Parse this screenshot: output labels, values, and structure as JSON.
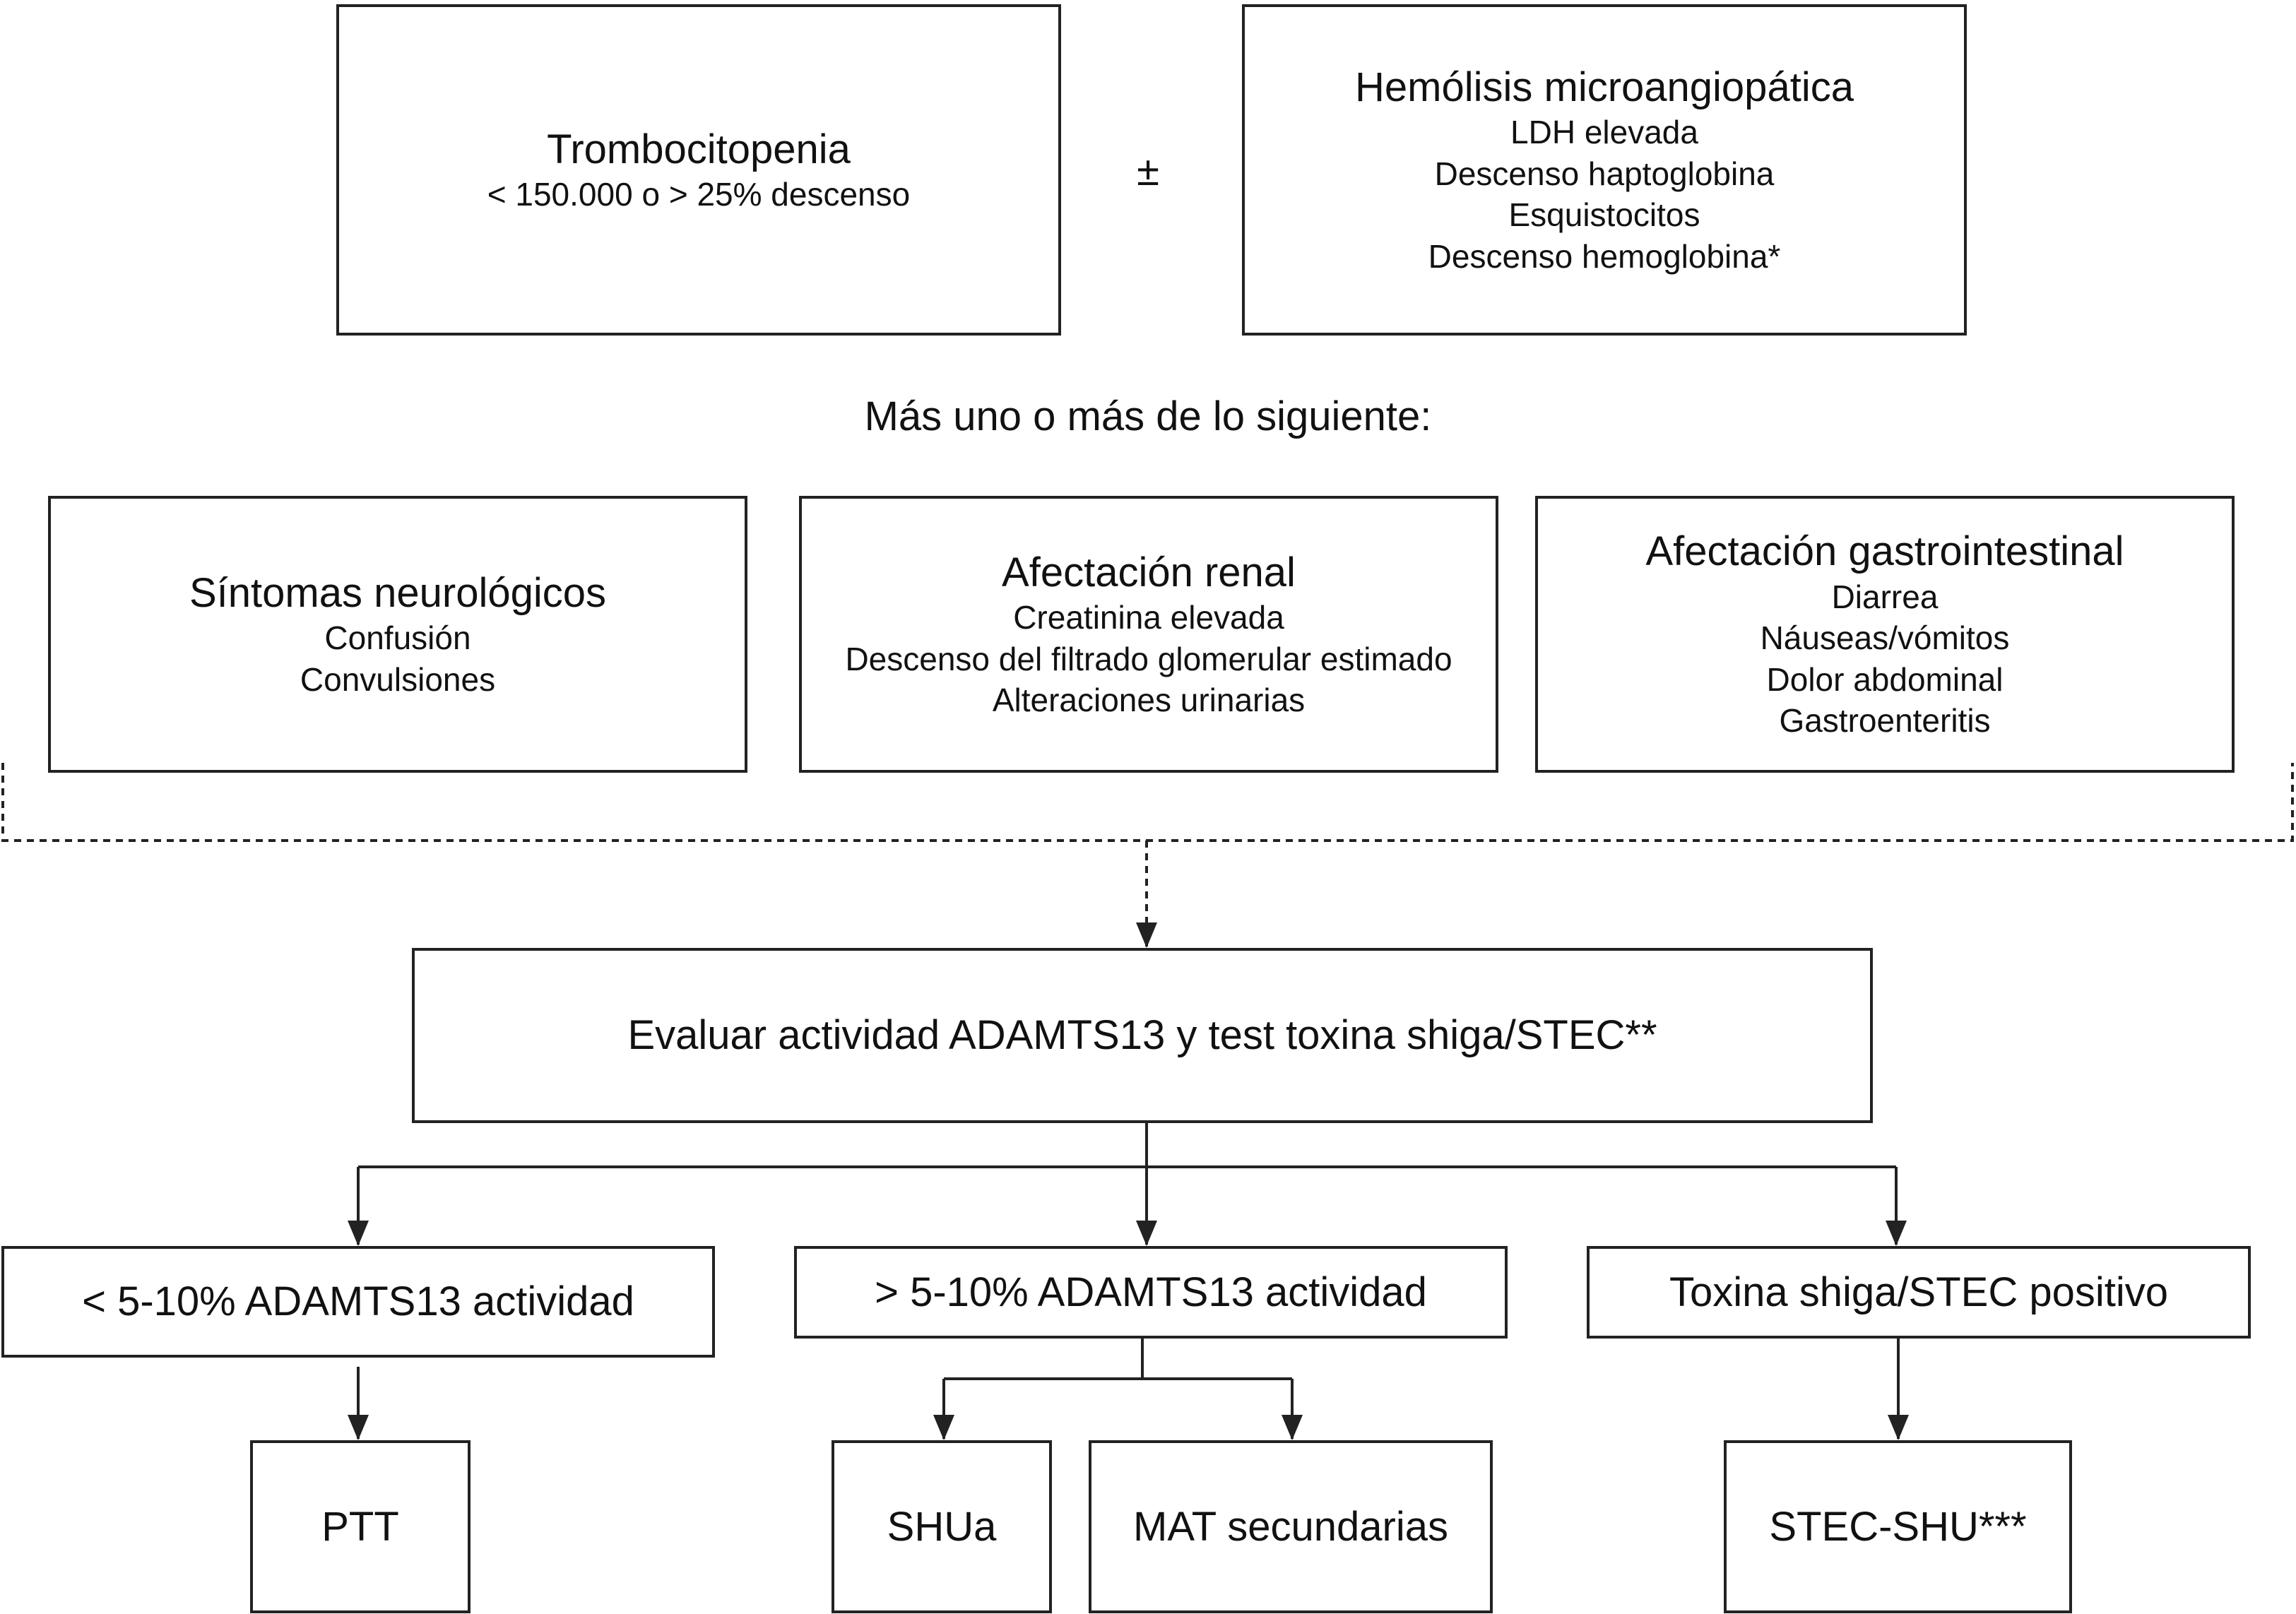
{
  "criteria": {
    "thrombocytopenia": {
      "title": "Trombocitopenia",
      "details": [
        "< 150.000 o > 25% descenso"
      ]
    },
    "plus_minus": "±",
    "hemolysis": {
      "title": "Hemólisis microangiopática",
      "details": [
        "LDH elevada",
        "Descenso haptoglobina",
        "Esquistocitos",
        "Descenso hemoglobina*"
      ]
    }
  },
  "intro": "Más uno o más de lo siguiente:",
  "organs": [
    {
      "title": "Síntomas neurológicos",
      "details": [
        "Confusión",
        "Convulsiones"
      ]
    },
    {
      "title": "Afectación renal",
      "details": [
        "Creatinina elevada",
        "Descenso del filtrado glomerular estimado",
        "Alteraciones urinarias"
      ]
    },
    {
      "title": "Afectación gastrointestinal",
      "details": [
        "Diarrea",
        "Náuseas/vómitos",
        "Dolor abdominal",
        "Gastroenteritis"
      ]
    }
  ],
  "evaluate": "Evaluar actividad ADAMTS13 y test toxina shiga/STEC**",
  "branches": [
    {
      "label": "< 5-10% ADAMTS13 actividad"
    },
    {
      "label": "> 5-10% ADAMTS13 actividad"
    },
    {
      "label": "Toxina shiga/STEC positivo"
    }
  ],
  "outcomes": {
    "ptt": "PTT",
    "shua": "SHUa",
    "mat": "MAT secundarias",
    "stec_shu": "STEC-SHU***"
  },
  "colors": {
    "line": "#222222",
    "background": "#ffffff",
    "text": "#111111"
  }
}
